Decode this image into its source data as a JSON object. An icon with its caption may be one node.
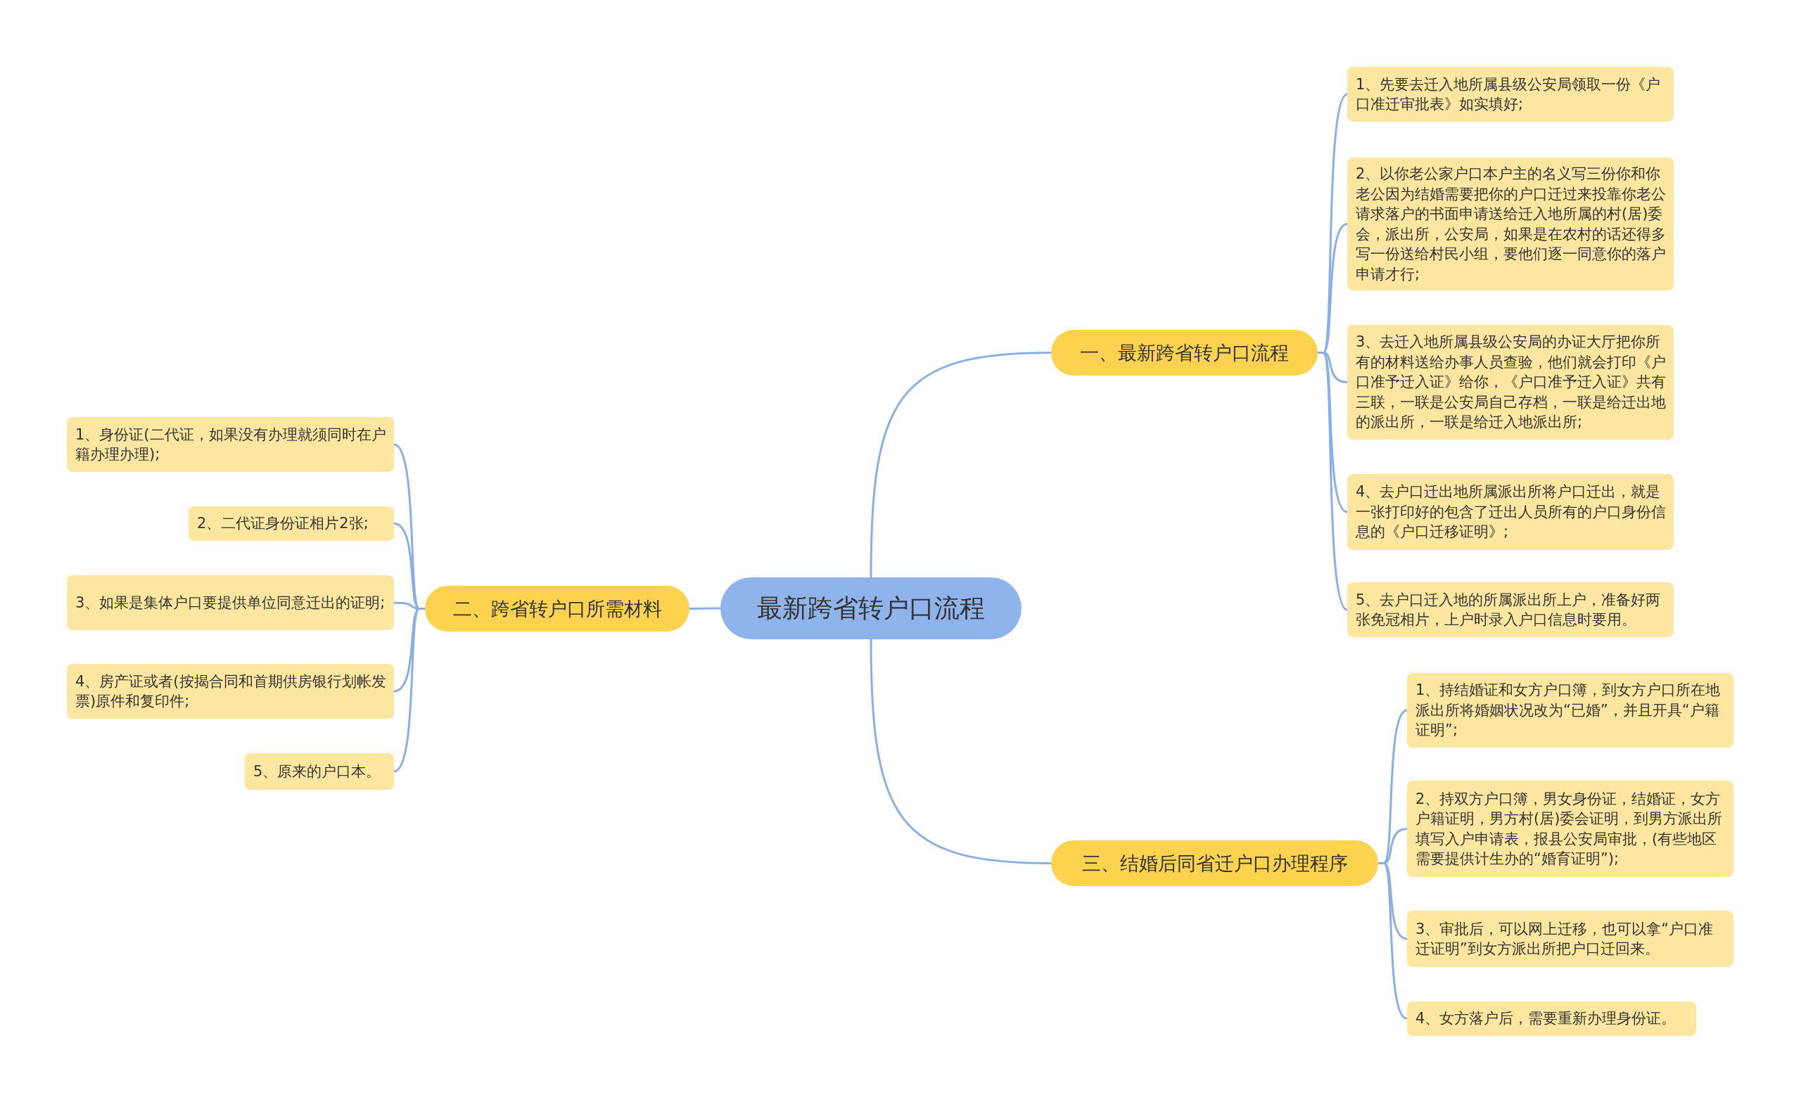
{
  "diagram": {
    "nodes": [
      {
        "text": [
          "最新跨省转户口流程"
        ]
      },
      {
        "text": [
          "一、最新跨省转户口流程"
        ]
      },
      {
        "text": [
          "1、先要去迁入地所属县级公安局领取一份《户口准迁审批表》如实填好;"
        ]
      },
      {
        "text": [
          "2、以你老公家户口本户主的名义写三份你和你老公因为结婚需要把你的户口迁过来投靠你老公请求落户的书面申请送给迁入地所属的村(居)委会，派出所，公安局，如果是在农村的话还得多写一份送给村民小组，要他们逐一同意你的落户申请才行;"
        ]
      },
      {
        "text": [
          "3、去迁入地所属县级公安局的办证大厅把你所有的材料送给办事人员查验，他们就会打印《户口准予迁入证》给你，《户口准予迁入证》共有三联，一联是公安局自己存档，一联是给迁出地的派出所，一联是给迁入地派出所;"
        ]
      },
      {
        "text": [
          "4、去户口迁出地所属派出所将户口迁出，就是一张打印好的包含了迁出人员所有的户口身份信息的《户口迁移证明》;"
        ]
      },
      {
        "text": [
          "5、去户口迁入地的所属派出所上户，准备好两张免冠相片，上户时录入户口信息时要用。"
        ]
      },
      {
        "text": [
          "二、跨省转户口所需材料"
        ]
      },
      {
        "text": [
          "1、身份证(二代证，如果没有办理就须同时在户籍办理办理);"
        ]
      },
      {
        "text": [
          "2、二代证身份证相片2张;"
        ]
      },
      {
        "text": [
          "3、如果是集体户口要提供单位同意迁出的证明;"
        ]
      },
      {
        "text": [
          "4、房产证或者(按揭合同和首期供房银行划帐发票)原件和复印件;"
        ]
      },
      {
        "text": [
          "5、原来的户口本。"
        ]
      },
      {
        "text": [
          "三、结婚后同省迁户口办理程序"
        ]
      },
      {
        "text": [
          "1、持结婚证和女方户口簿，到女方户口所在地派出所将婚姻状况改为“已婚”，并且开具“户籍证明”;"
        ]
      },
      {
        "text": [
          "2、持双方户口簿，男女身份证，结婚证，女方户籍证明，男方村(居)委会证明，到男方派出所填写入户申请表，报县公安局审批，(有些地区需要提供计生办的“婚育证明”);"
        ]
      },
      {
        "text": [
          "3、审批后，可以网上迁移，也可以拿“户口准迁证明”到女方派出所把户口迁回来。"
        ]
      },
      {
        "text": [
          "4、女方落户后，需要重新办理身份证。"
        ]
      }
    ],
    "edges": [
      {
        "from": 0,
        "to": 1,
        "arrow": "none"
      },
      {
        "from": 1,
        "to": 2,
        "arrow": "none"
      },
      {
        "from": 1,
        "to": 3,
        "arrow": "none"
      },
      {
        "from": 1,
        "to": 4,
        "arrow": "none"
      },
      {
        "from": 1,
        "to": 5,
        "arrow": "none"
      },
      {
        "from": 1,
        "to": 6,
        "arrow": "none"
      },
      {
        "from": 0,
        "to": 7,
        "arrow": "none"
      },
      {
        "from": 7,
        "to": 8,
        "arrow": "none"
      },
      {
        "from": 7,
        "to": 9,
        "arrow": "none"
      },
      {
        "from": 7,
        "to": 10,
        "arrow": "none"
      },
      {
        "from": 7,
        "to": 11,
        "arrow": "none"
      },
      {
        "from": 7,
        "to": 12,
        "arrow": "none"
      },
      {
        "from": 0,
        "to": 13,
        "arrow": "none"
      },
      {
        "from": 13,
        "to": 14,
        "arrow": "none"
      },
      {
        "from": 13,
        "to": 15,
        "arrow": "none"
      },
      {
        "from": 13,
        "to": 16,
        "arrow": "none"
      },
      {
        "from": 13,
        "to": 17,
        "arrow": "none"
      }
    ]
  }
}
